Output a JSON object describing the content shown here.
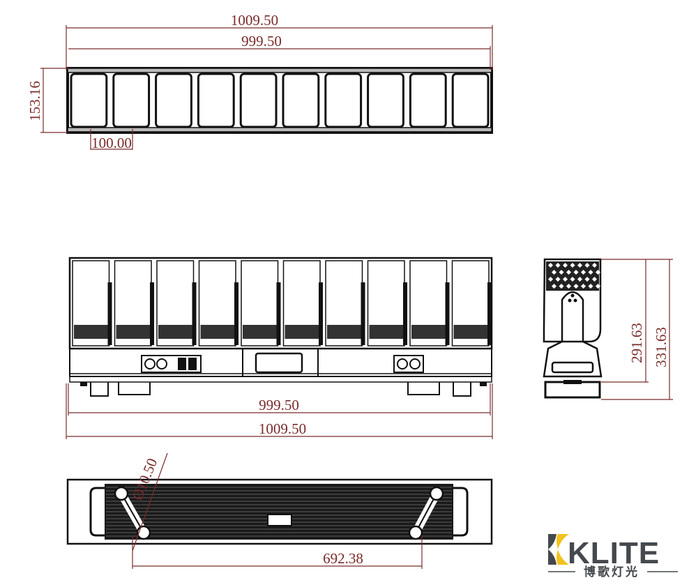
{
  "drawing": {
    "top_view": {
      "dim_overall_width": "1009.50",
      "dim_body_width": "999.50",
      "dim_height": "153.16",
      "dim_pitch": "100.00",
      "cell_count": 10
    },
    "front_view": {
      "dim_body_width": "999.50",
      "dim_overall_width": "1009.50"
    },
    "side_view": {
      "dim_height_body": "291.63",
      "dim_height_overall": "331.63"
    },
    "bottom_view": {
      "dim_diameter": "Ø10.50",
      "dim_mount_spacing": "692.38"
    },
    "colors": {
      "dimension": "#7a2a2a",
      "outline": "#111111",
      "logo_gray": "#45494d",
      "logo_yellow": "#f2c21b"
    }
  },
  "logo": {
    "brand": "KLITE",
    "tagline": "博歌灯光"
  }
}
